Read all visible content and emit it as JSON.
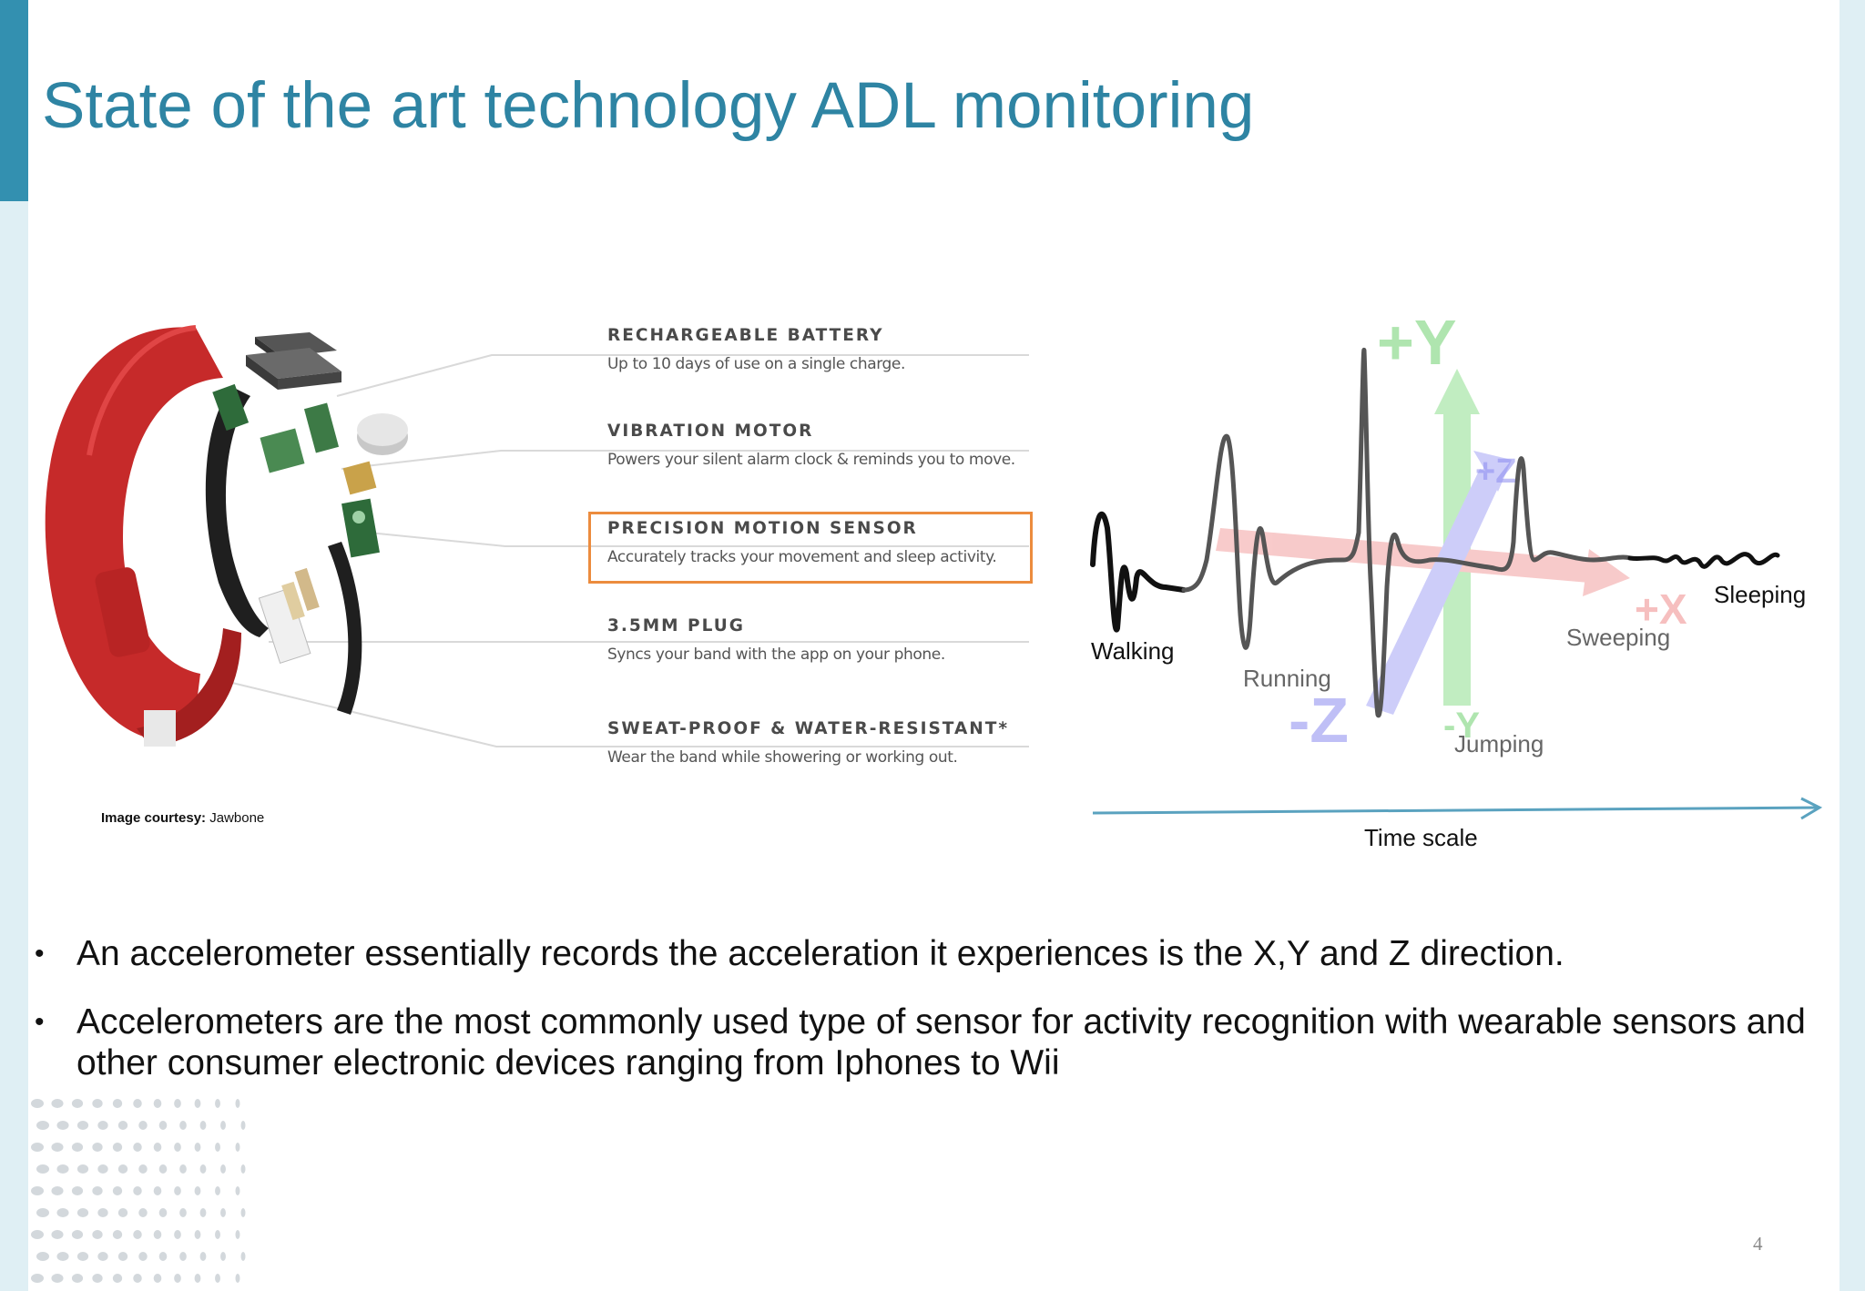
{
  "slide": {
    "title": "State of the art technology ADL monitoring",
    "page_number": "4",
    "accent_color": "#3390b0",
    "title_color": "#2e84a3"
  },
  "device_figure": {
    "features": [
      {
        "name": "RECHARGEABLE BATTERY",
        "description": "Up to 10 days of use on a single charge."
      },
      {
        "name": "VIBRATION MOTOR",
        "description": "Powers your silent alarm clock & reminds you to move."
      },
      {
        "name": "PRECISION MOTION SENSOR",
        "description": "Accurately tracks your movement and sleep activity."
      },
      {
        "name": "3.5MM PLUG",
        "description": "Syncs your band with the app on your phone."
      },
      {
        "name": "SWEAT-PROOF & WATER-RESISTANT*",
        "description": "Wear the band while showering or working out."
      }
    ],
    "highlighted_feature": "PRECISION MOTION SENSOR",
    "highlight_color": "#ec8c3e",
    "courtesy_label": "Image courtesy:",
    "courtesy_source": "Jawbone"
  },
  "signal_figure": {
    "axes": {
      "y": "+Y",
      "z_pos": "+Z",
      "z_neg": "-Z",
      "x": "+X",
      "y_neg": "-Y"
    },
    "activities": [
      "Walking",
      "Running",
      "Jumping",
      "Sweeping",
      "Sleeping"
    ],
    "time_axis_label": "Time scale"
  },
  "bullets": [
    "An accelerometer essentially records the acceleration it experiences is the X,Y and Z direction.",
    "Accelerometers are the most commonly used type of sensor for activity recognition with wearable sensors and other consumer electronic devices ranging from Iphones to Wii"
  ]
}
